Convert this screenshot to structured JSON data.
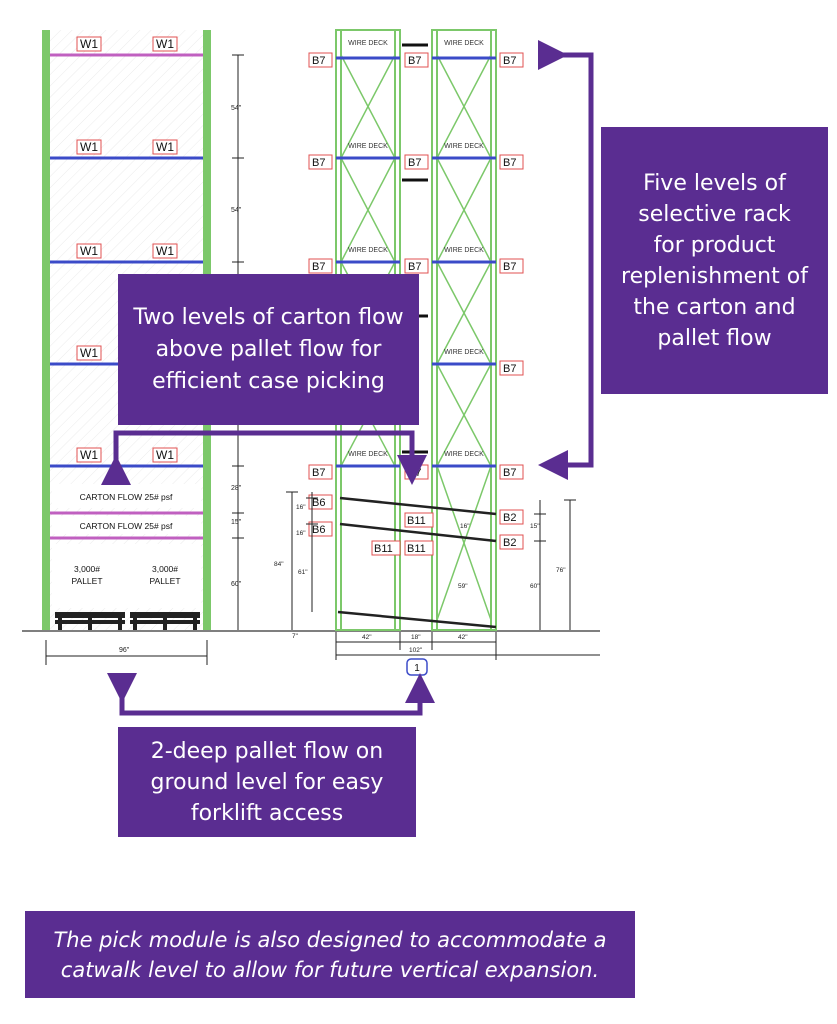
{
  "colors": {
    "accent": "#5a2d91",
    "upright": "#7cc86a",
    "beam_blue": "#3b4bc8",
    "beam_magenta": "#c060c0",
    "tag_red": "#e05050",
    "dim_line": "#222222"
  },
  "left_elevation": {
    "beam_tags": [
      "W1",
      "W1"
    ],
    "level_heights": [
      "54\"",
      "54\""
    ],
    "lower_heights": [
      "28\"",
      "15\"",
      "60\""
    ],
    "carton_flow_label": "CARTON FLOW 25# psf",
    "pallet_label": [
      "3,000#",
      "PALLET"
    ],
    "width_dim": "96\""
  },
  "right_elevation": {
    "deck_label": "WIRE DECK",
    "beam_tags": {
      "b7": "B7",
      "b6": "B6",
      "b11": "B11",
      "b2": "B2"
    },
    "left_heights": [
      "16\"",
      "16\"",
      "84\"",
      "61\"",
      "7\""
    ],
    "mid_heights": [
      "16\"",
      "59\""
    ],
    "right_heights": [
      "15\"",
      "60\"",
      "76\""
    ],
    "width_dims": [
      "42\"",
      "18\"",
      "42\""
    ],
    "total_width": "102\"",
    "bay_marker": "1"
  },
  "callouts": {
    "carton_flow": "Two levels of carton flow\nabove pallet flow for\nefficient case picking",
    "selective_rack": "Five levels of\nselective rack\nfor product\nreplenishment of\nthe carton and\npallet flow",
    "pallet_flow": "2-deep pallet flow on\nground level for easy\nforklift access"
  },
  "note": "The pick module is also designed to accommodate a\ncatwalk level to allow for future vertical expansion."
}
